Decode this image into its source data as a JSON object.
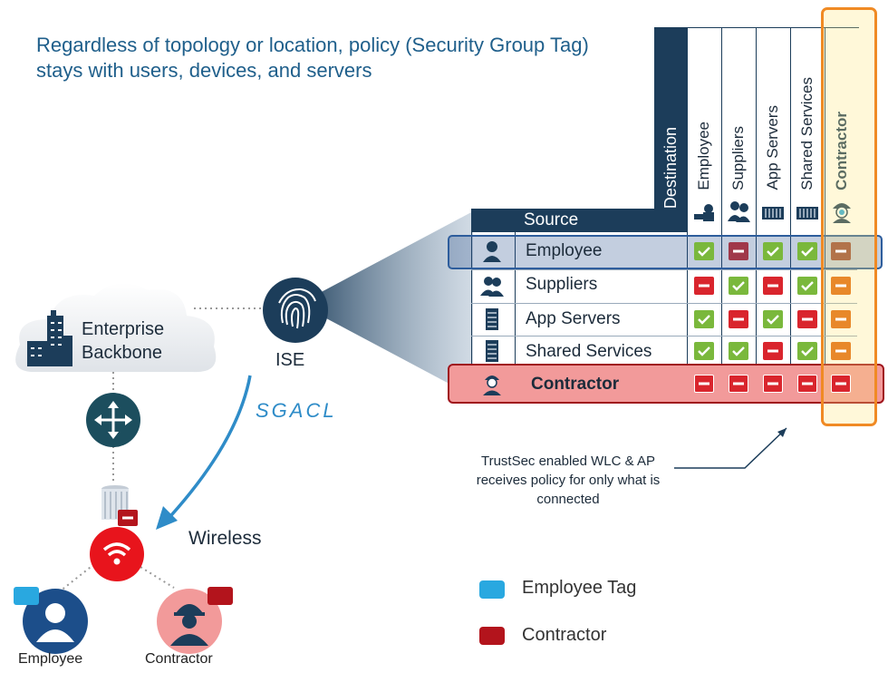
{
  "title": "Regardless of topology or location, policy (Security Group Tag) stays with users, devices, and servers",
  "matrix": {
    "destination_label": "Destination",
    "source_label": "Source",
    "columns": [
      "Employee",
      "Suppliers",
      "App Servers",
      "Shared Services",
      "Contractor"
    ],
    "rows": [
      {
        "label": "Employee",
        "cells": [
          "allow",
          "deny",
          "allow",
          "allow",
          "deny"
        ]
      },
      {
        "label": "Suppliers",
        "cells": [
          "deny",
          "allow",
          "deny",
          "allow",
          "deny"
        ]
      },
      {
        "label": "App Servers",
        "cells": [
          "allow",
          "deny",
          "allow",
          "deny",
          "deny"
        ]
      },
      {
        "label": "Shared Services",
        "cells": [
          "allow",
          "allow",
          "deny",
          "allow",
          "deny"
        ]
      },
      {
        "label": "Contractor",
        "cells": [
          "deny",
          "deny",
          "deny",
          "deny",
          "deny"
        ]
      }
    ]
  },
  "network": {
    "cloud_label": "Enterprise Backbone",
    "ise_label": "ISE",
    "sgacl_label": "SGACL",
    "wireless_label": "Wireless",
    "employee_label": "Employee",
    "contractor_label": "Contractor"
  },
  "note": "TrustSec enabled WLC & AP receives policy for only what is connected",
  "legend": [
    {
      "label": "Employee Tag",
      "color": "#29a8e0"
    },
    {
      "label": "Contractor",
      "color": "#b3141c"
    }
  ],
  "colors": {
    "navy": "#1c3d5a",
    "allow": "#7ab83c",
    "deny": "#d9252d",
    "highlight_orange": "#f08a24",
    "contractor_row": "#f29a9a",
    "wireless_red": "#e8141c"
  }
}
